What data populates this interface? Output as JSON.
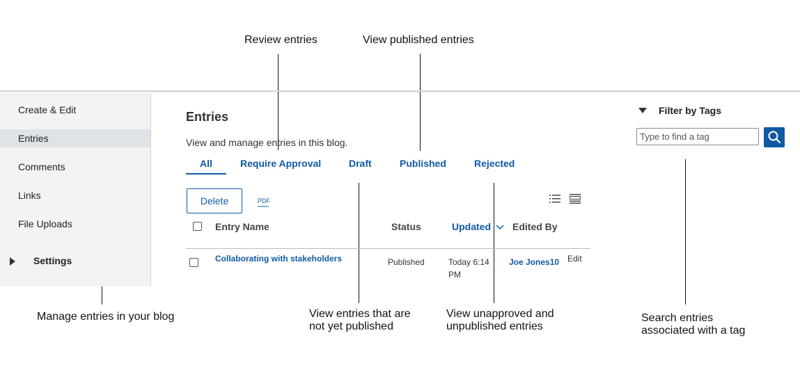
{
  "callouts": {
    "review": "Review entries",
    "published": "View published entries",
    "manage": "Manage entries in your blog",
    "draft_line1": "View entries that are",
    "draft_line2": "not yet published",
    "rejected_line1": "View unapproved and",
    "rejected_line2": "unpublished entries",
    "tag_line1": "Search entries",
    "tag_line2": "associated with a tag"
  },
  "sidebar": {
    "items": [
      {
        "label": "Create & Edit"
      },
      {
        "label": "Entries",
        "active": true
      },
      {
        "label": "Comments"
      },
      {
        "label": "Links"
      },
      {
        "label": "File Uploads"
      }
    ],
    "settings_label": "Settings"
  },
  "main": {
    "title": "Entries",
    "description": "View and manage entries in this blog.",
    "tabs": [
      {
        "label": "All",
        "selected": true
      },
      {
        "label": "Require Approval"
      },
      {
        "label": "Draft"
      },
      {
        "label": "Published"
      },
      {
        "label": "Rejected"
      }
    ],
    "delete_label": "Delete",
    "pdf_label": "PDF",
    "columns": {
      "name": "Entry Name",
      "status": "Status",
      "updated": "Updated",
      "edited_by": "Edited By"
    },
    "rows": [
      {
        "name": "Collaborating with stakeholders",
        "status": "Published",
        "updated_line1": "Today 6:14",
        "updated_line2": "PM",
        "edited_by": "Joe Jones10",
        "action": "Edit"
      }
    ]
  },
  "filter": {
    "title": "Filter by Tags",
    "placeholder": "Type to find a tag"
  },
  "colors": {
    "accent": "#0f5aa3",
    "sidebar_bg": "#f3f3f3",
    "sidebar_active": "#dfe3e8"
  }
}
